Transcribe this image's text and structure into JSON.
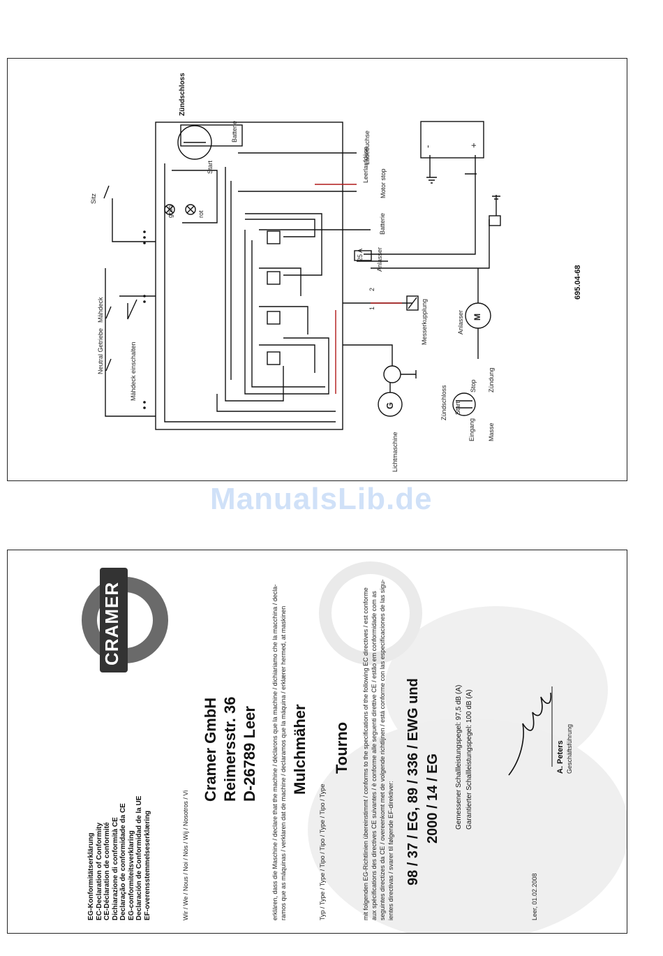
{
  "watermark": "ManualsLib.de",
  "schematic": {
    "drawing_number": "695.04-68",
    "labels": {
      "zuendschloss_top": "Zündschloss",
      "batterie_top": "Batterie",
      "start": "Start",
      "sitz": "Sitz",
      "gruen": "grün",
      "rot": "rot",
      "maehdeck": "Mähdeck",
      "maehdeck_einschalten": "Mähdeck einschalten",
      "neutral_getriebe": "Neutral Getriebe",
      "ladebuchse": "Ladebuchse",
      "leerlaufduese": "Leerlaufdüse",
      "motor_stop": "Motor stop",
      "batterie_right": "Batterie",
      "fuse": "25 A",
      "anlasser_wire": "Anlasser",
      "num_1": "1",
      "num_2": "2",
      "messerkupplung": "Messerkupplung",
      "anlasser_motor": "Anlasser",
      "motor_symbol": "M",
      "generator_symbol": "G",
      "lichtmaschine": "Lichtmaschine",
      "zuendschloss_bottom": "Zündschloss",
      "eingang": "Eingang",
      "start_bottom": "Start",
      "stop": "Stop",
      "masse": "Masse",
      "zuendung": "Zündung",
      "battery_minus": "-",
      "battery_plus": "+"
    }
  },
  "declaration": {
    "logo_text": "CRAMER",
    "titles": [
      "EG-Konformitätserklärung",
      "EC-Declaration of Conformity",
      "CE-Déclaration de conformité",
      "Dichiarazione di conformità CE",
      "Declaração de conformidade da CE",
      "EG-conformiteitsverklaring",
      "Declaración de Conformidad de la UE",
      "EF-overensstemmelseserklæring"
    ],
    "we_line": "Wir / We / Nous / Noi / Nós / Wij / Nosotros / Vi",
    "company_name": "Cramer GmbH",
    "street": "Reimersstr. 36",
    "city": "D-26789 Leer",
    "declare_text_1": "erklären, dass die Maschine / declare that the machine / déclarons que la machine / dichiariamo che la macchina / decla-",
    "declare_text_2": "ramos que as máquinas / verklaren dat de machine / declaramos que la máquina / erklærer hermed, at maskinen",
    "machine": "Mulchmäher",
    "type_line": "Typ / Type / Type / Tipo / Tipo / Type / Tipo / Type",
    "type_value": "Tourno",
    "directive_text_1": "mit folgenden EG-Richtlinien übereinstimmt / conforms to the specifications of the following EC directives / est conforme",
    "directive_text_2": "aux spécifications des directives CE suivantes / è conforme alle seguenti direttive CE / estão em conformidade com as",
    "directive_text_3": "seguintes directizes da CE / overeenkomt met de volgende richtlijnen / está conforme con las especificaciones de las sigu-",
    "directive_text_4": "ientes directivas / svarer til følgende EF-direktiver:",
    "directives_1": "98 / 37 / EG, 89 / 336 / EWG und",
    "directives_2": "2000 / 14 / EG",
    "measured_noise": "Gemessener Schallleistungspegel: 97,5 dB (A)",
    "guaranteed_noise": "Garantierter Schallleistungspegel: 100 dB (A)",
    "signatory_name": "A. Peters",
    "signatory_title": "Geschäftsführung",
    "place_date": "Leer, 01.02.2008"
  }
}
